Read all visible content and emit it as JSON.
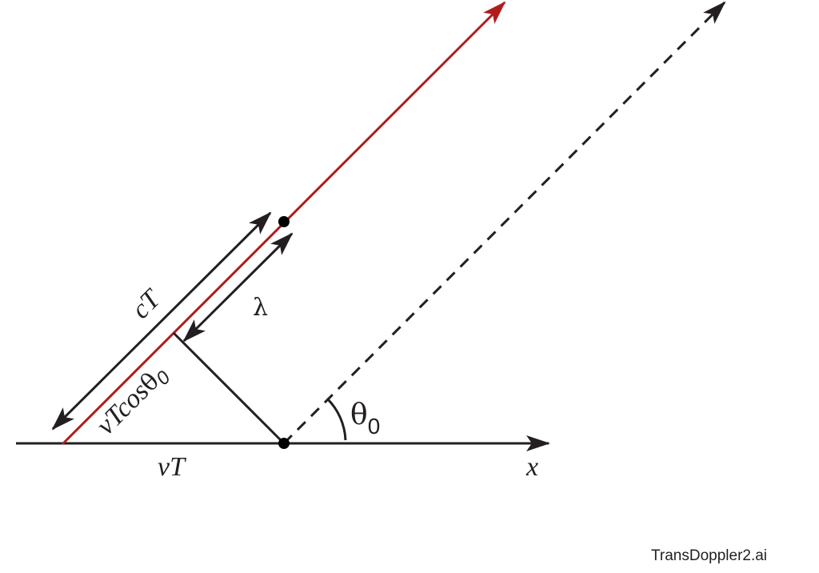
{
  "labels": {
    "cT": "cT",
    "lambda": "λ",
    "vTcos": "vTcos",
    "theta": "θ",
    "theta_sub": "0",
    "vT": "vT",
    "x": "x",
    "filename": "TransDoppler2.ai"
  },
  "colors": {
    "ray": "#b31b1b",
    "ink": "#231f20"
  }
}
